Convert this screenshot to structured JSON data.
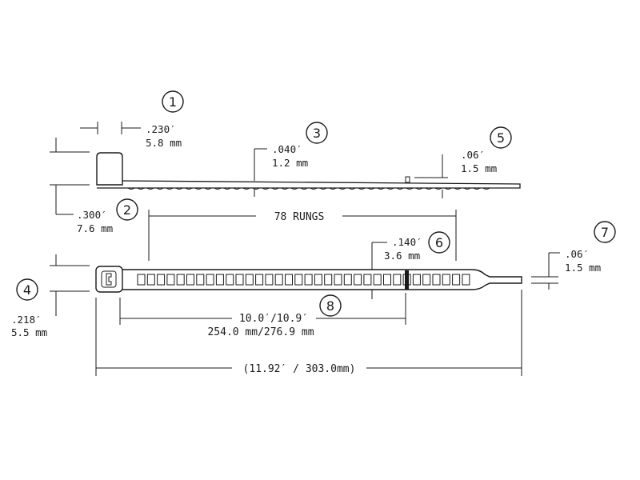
{
  "callouts": [
    "1",
    "2",
    "3",
    "4",
    "5",
    "6",
    "7",
    "8"
  ],
  "dimensions": {
    "head_width": {
      "in": ".230′",
      "mm": "5.8 mm"
    },
    "head_height": {
      "in": ".300′",
      "mm": "7.6 mm"
    },
    "strap_thickness": {
      "in": ".040′",
      "mm": "1.2 mm"
    },
    "head_side": {
      "in": ".218′",
      "mm": "5.5 mm"
    },
    "rung_height": {
      "in": ".06′",
      "mm": "1.5 mm"
    },
    "strap_width": {
      "in": ".140′",
      "mm": "3.6 mm"
    },
    "tail_thickness": {
      "in": ".06′",
      "mm": "1.5 mm"
    },
    "bundle_length": {
      "in": "10.0′/10.9′",
      "mm": "254.0 mm/276.9 mm"
    },
    "rungs": "78 RUNGS",
    "overall_length": "(11.92′ / 303.0mm)"
  }
}
